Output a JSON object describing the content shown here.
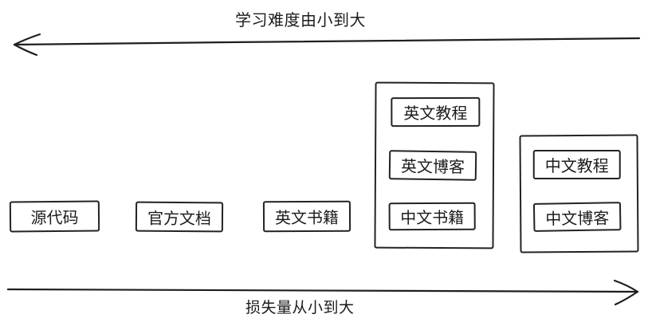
{
  "diagram": {
    "arrows": {
      "top": {
        "direction": "left",
        "label": "学习难度由小到大"
      },
      "bottom": {
        "direction": "right",
        "label": "损失量从小到大"
      }
    },
    "standalone_boxes": [
      {
        "label": "源代码"
      },
      {
        "label": "官方文档"
      },
      {
        "label": "英文书籍"
      }
    ],
    "groups": [
      {
        "name": "english-resources-group",
        "items": [
          {
            "label": "英文教程"
          },
          {
            "label": "英文博客"
          },
          {
            "label": "中文书籍"
          }
        ]
      },
      {
        "name": "chinese-resources-group",
        "items": [
          {
            "label": "中文教程"
          },
          {
            "label": "中文博客"
          }
        ]
      }
    ],
    "colors": {
      "stroke": "#1f1f1f",
      "background": "#ffffff"
    }
  }
}
